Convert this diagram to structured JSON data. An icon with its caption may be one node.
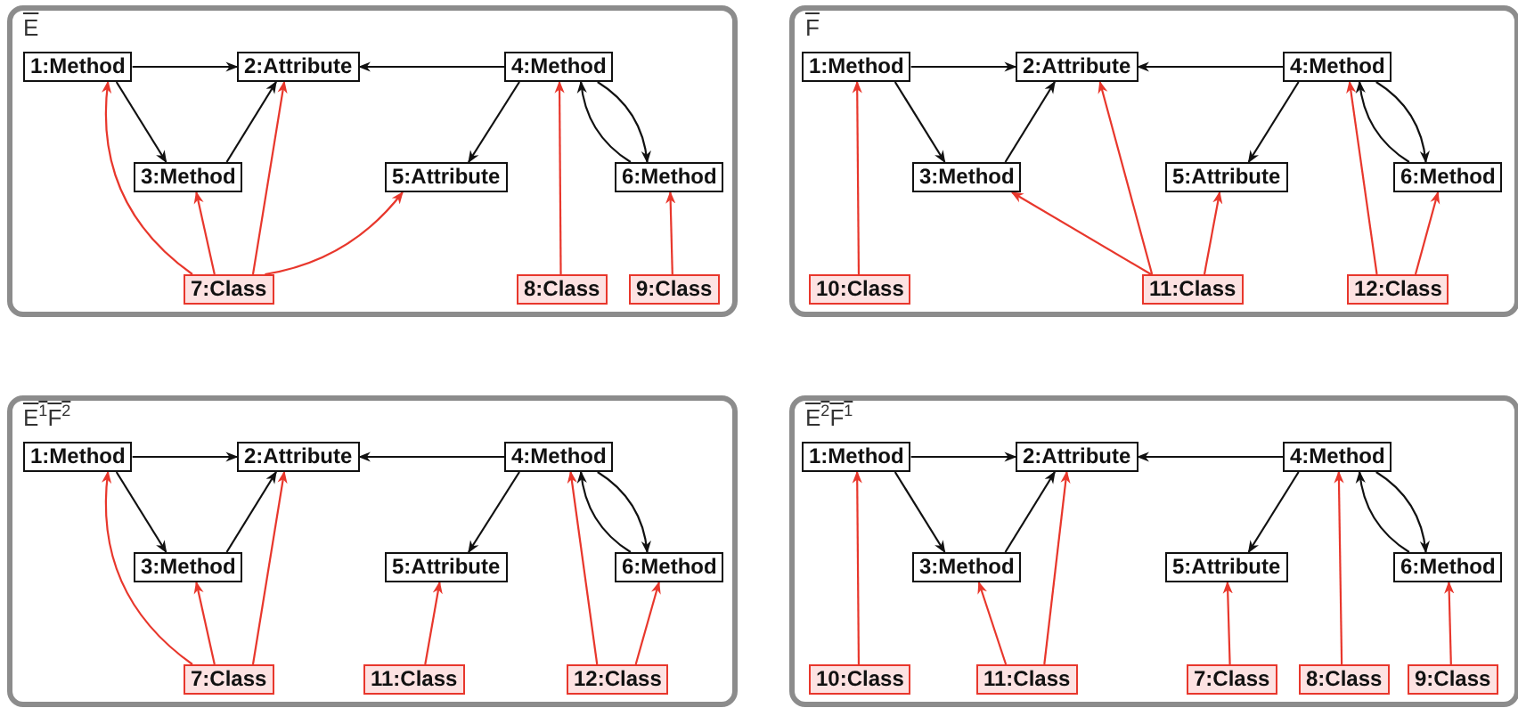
{
  "diagram": {
    "nodes": [
      {
        "text": [
          "E"
        ]
      },
      {
        "text": [
          "1:Method"
        ],
        "in": 0
      },
      {
        "text": [
          "2:Attribute"
        ],
        "in": 0
      },
      {
        "text": [
          "3:Method"
        ],
        "in": 0
      },
      {
        "text": [
          "4:Method"
        ],
        "in": 0
      },
      {
        "text": [
          "5:Attribute"
        ],
        "in": 0
      },
      {
        "text": [
          "6:Method"
        ],
        "in": 0
      },
      {
        "text": [
          "7:Class"
        ],
        "in": 0
      },
      {
        "text": [
          "8:Class"
        ],
        "in": 0
      },
      {
        "text": [
          "9:Class"
        ],
        "in": 0
      },
      {
        "text": [
          "F"
        ]
      },
      {
        "text": [
          "1:Method"
        ],
        "in": 10
      },
      {
        "text": [
          "2:Attribute"
        ],
        "in": 10
      },
      {
        "text": [
          "3:Method"
        ],
        "in": 10
      },
      {
        "text": [
          "4:Method"
        ],
        "in": 10
      },
      {
        "text": [
          "5:Attribute"
        ],
        "in": 10
      },
      {
        "text": [
          "6:Method"
        ],
        "in": 10
      },
      {
        "text": [
          "10:Class"
        ],
        "in": 10
      },
      {
        "text": [
          "11:Class"
        ],
        "in": 10
      },
      {
        "text": [
          "12:Class"
        ],
        "in": 10
      },
      {
        "text": [
          "E$^{1}$F$^{2}$"
        ]
      },
      {
        "text": [
          "1:Method"
        ],
        "in": 20
      },
      {
        "text": [
          "2:Attribute"
        ],
        "in": 20
      },
      {
        "text": [
          "3:Method"
        ],
        "in": 20
      },
      {
        "text": [
          "4:Method"
        ],
        "in": 20
      },
      {
        "text": [
          "5:Attribute"
        ],
        "in": 20
      },
      {
        "text": [
          "6:Method"
        ],
        "in": 20
      },
      {
        "text": [
          "7:Class"
        ],
        "in": 20
      },
      {
        "text": [
          "11:Class"
        ],
        "in": 20
      },
      {
        "text": [
          "12:Class"
        ],
        "in": 20
      },
      {
        "text": [
          "E$^{2}$F$^{1}$"
        ]
      },
      {
        "text": [
          "1:Method"
        ],
        "in": 30
      },
      {
        "text": [
          "2:Attribute"
        ],
        "in": 30
      },
      {
        "text": [
          "3:Method"
        ],
        "in": 30
      },
      {
        "text": [
          "4:Method"
        ],
        "in": 30
      },
      {
        "text": [
          "5:Attribute"
        ],
        "in": 30
      },
      {
        "text": [
          "6:Method"
        ],
        "in": 30
      },
      {
        "text": [
          "10:Class"
        ],
        "in": 30
      },
      {
        "text": [
          "11:Class"
        ],
        "in": 30
      },
      {
        "text": [
          "7:Class"
        ],
        "in": 30
      },
      {
        "text": [
          "8:Class"
        ],
        "in": 30
      },
      {
        "text": [
          "9:Class"
        ],
        "in": 30
      }
    ],
    "edges": [
      {
        "from": 1,
        "to": 2,
        "arrow": "to"
      },
      {
        "from": 4,
        "to": 2,
        "arrow": "to"
      },
      {
        "from": 1,
        "to": 3,
        "arrow": "to"
      },
      {
        "from": 3,
        "to": 2,
        "arrow": "to"
      },
      {
        "from": 4,
        "to": 5,
        "arrow": "to"
      },
      {
        "from": 4,
        "to": 6,
        "arrow": "to"
      },
      {
        "from": 6,
        "to": 4,
        "arrow": "to"
      },
      {
        "from": 7,
        "to": 1,
        "arrow": "to",
        "color": "#e8372c"
      },
      {
        "from": 7,
        "to": 3,
        "arrow": "to",
        "color": "#e8372c"
      },
      {
        "from": 7,
        "to": 2,
        "arrow": "to",
        "color": "#e8372c"
      },
      {
        "from": 7,
        "to": 5,
        "arrow": "to",
        "color": "#e8372c"
      },
      {
        "from": 8,
        "to": 4,
        "arrow": "to",
        "color": "#e8372c"
      },
      {
        "from": 9,
        "to": 6,
        "arrow": "to",
        "color": "#e8372c"
      },
      {
        "from": 11,
        "to": 12,
        "arrow": "to"
      },
      {
        "from": 14,
        "to": 12,
        "arrow": "to"
      },
      {
        "from": 11,
        "to": 13,
        "arrow": "to"
      },
      {
        "from": 13,
        "to": 12,
        "arrow": "to"
      },
      {
        "from": 14,
        "to": 15,
        "arrow": "to"
      },
      {
        "from": 14,
        "to": 16,
        "arrow": "to"
      },
      {
        "from": 16,
        "to": 14,
        "arrow": "to"
      },
      {
        "from": 17,
        "to": 11,
        "arrow": "to",
        "color": "#e8372c"
      },
      {
        "from": 18,
        "to": 13,
        "arrow": "to",
        "color": "#e8372c"
      },
      {
        "from": 18,
        "to": 12,
        "arrow": "to",
        "color": "#e8372c"
      },
      {
        "from": 18,
        "to": 15,
        "arrow": "to",
        "color": "#e8372c"
      },
      {
        "from": 19,
        "to": 14,
        "arrow": "to",
        "color": "#e8372c"
      },
      {
        "from": 19,
        "to": 16,
        "arrow": "to",
        "color": "#e8372c"
      },
      {
        "from": 21,
        "to": 22,
        "arrow": "to"
      },
      {
        "from": 24,
        "to": 22,
        "arrow": "to"
      },
      {
        "from": 21,
        "to": 23,
        "arrow": "to"
      },
      {
        "from": 23,
        "to": 22,
        "arrow": "to"
      },
      {
        "from": 24,
        "to": 25,
        "arrow": "to"
      },
      {
        "from": 24,
        "to": 26,
        "arrow": "to"
      },
      {
        "from": 26,
        "to": 24,
        "arrow": "to"
      },
      {
        "from": 27,
        "to": 21,
        "arrow": "to",
        "color": "#e8372c"
      },
      {
        "from": 27,
        "to": 23,
        "arrow": "to",
        "color": "#e8372c"
      },
      {
        "from": 27,
        "to": 22,
        "arrow": "to",
        "color": "#e8372c"
      },
      {
        "from": 28,
        "to": 25,
        "arrow": "to",
        "color": "#e8372c"
      },
      {
        "from": 29,
        "to": 24,
        "arrow": "to",
        "color": "#e8372c"
      },
      {
        "from": 29,
        "to": 26,
        "arrow": "to",
        "color": "#e8372c"
      },
      {
        "from": 31,
        "to": 32,
        "arrow": "to"
      },
      {
        "from": 34,
        "to": 32,
        "arrow": "to"
      },
      {
        "from": 31,
        "to": 33,
        "arrow": "to"
      },
      {
        "from": 33,
        "to": 32,
        "arrow": "to"
      },
      {
        "from": 34,
        "to": 35,
        "arrow": "to"
      },
      {
        "from": 34,
        "to": 36,
        "arrow": "to"
      },
      {
        "from": 36,
        "to": 34,
        "arrow": "to"
      },
      {
        "from": 37,
        "to": 31,
        "arrow": "to",
        "color": "#e8372c"
      },
      {
        "from": 38,
        "to": 33,
        "arrow": "to",
        "color": "#e8372c"
      },
      {
        "from": 38,
        "to": 32,
        "arrow": "to",
        "color": "#e8372c"
      },
      {
        "from": 39,
        "to": 35,
        "arrow": "to",
        "color": "#e8372c"
      },
      {
        "from": 40,
        "to": 34,
        "arrow": "to",
        "color": "#e8372c"
      },
      {
        "from": 41,
        "to": 36,
        "arrow": "to",
        "color": "#e8372c"
      }
    ]
  }
}
